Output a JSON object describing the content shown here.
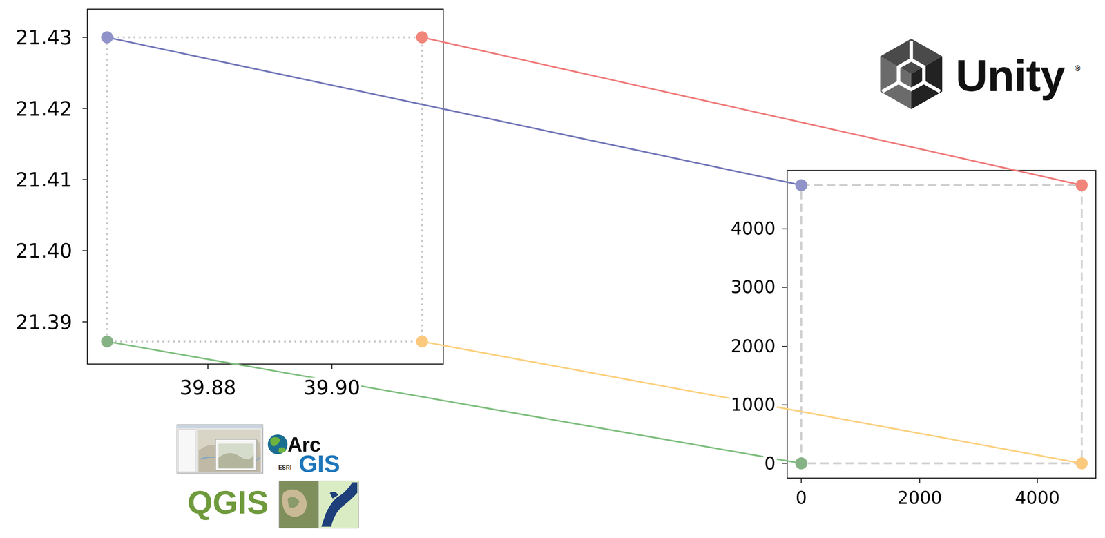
{
  "diagram": {
    "labels": [
      "21.43",
      "21.42",
      "21.41",
      "21.40",
      "21.39",
      "39.88",
      "39.90",
      "4000",
      "3000",
      "2000",
      "1000",
      "0",
      "0",
      "2000",
      "4000",
      "Unity",
      "®",
      "Arc",
      "ESRI",
      "GIS",
      "QGIS"
    ]
  }
}
